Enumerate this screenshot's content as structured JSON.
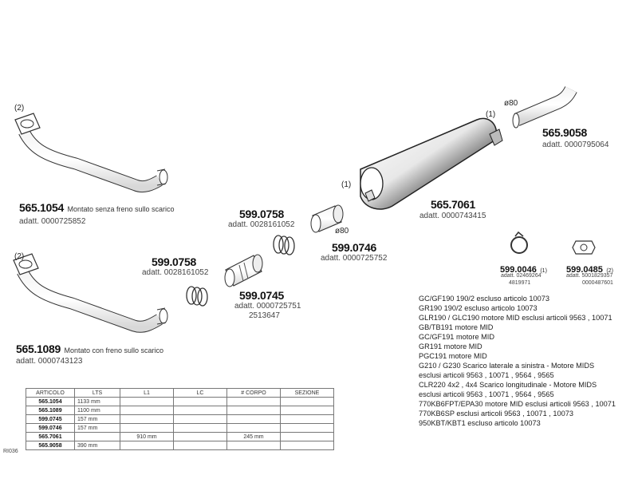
{
  "parts": {
    "p1": {
      "code": "565.1054",
      "note": "Montato senza freno sullo scarico",
      "adatt": "adatt. 0000725852",
      "qty": "(2)"
    },
    "p2": {
      "code": "565.1089",
      "note": "Montato con freno sullo scarico",
      "adatt": "adatt. 0000743123",
      "qty": "(2)"
    },
    "p3": {
      "code": "599.0758",
      "adatt": "adatt. 0028161052"
    },
    "p4": {
      "code": "599.0758",
      "adatt": "adatt. 0028161052"
    },
    "p5": {
      "code": "599.0745",
      "adatt1": "adatt. 0000725751",
      "adatt2": "2513647"
    },
    "p6": {
      "code": "599.0746",
      "adatt": "adatt. 0000725752",
      "dia": "ø80"
    },
    "p7": {
      "code": "565.7061",
      "adatt": "adatt. 0000743415",
      "qty_left": "(1)",
      "qty_right": "(1)"
    },
    "p8": {
      "code": "565.9058",
      "adatt": "adatt. 0000795064",
      "dia": "ø80"
    },
    "p9": {
      "code": "599.0046",
      "qty": "(1)",
      "adatt1": "adatt. 02469264",
      "adatt2": "4819971"
    },
    "p10": {
      "code": "599.0485",
      "qty": "(2)",
      "adatt1": "adatt. 5001829357",
      "adatt2": "0000487601"
    }
  },
  "applications": [
    "GC/GF190 190/2 escluso articolo 10073",
    "GR190 190/2 escluso articolo 10073",
    "GLR190 / GLC190 motore MID esclusi articoli 9563 , 10071",
    "GB/TB191 motore MID",
    "GC/GF191 motore MID",
    "GR191 motore MID",
    "PGC191 motore MID",
    "G210 / G230 Scarico laterale a sinistra - Motore MIDS",
    "esclusi articoli 9563 , 10071 , 9564 , 9565",
    "CLR220 4x2 , 4x4 Scarico longitudinale - Motore MIDS",
    "esclusi articoli 9563 , 10071 , 9564 , 9565",
    "770KB6FPT/EPA30 motore MID esclusi articoli 9563 , 10071",
    "770KB6SP esclusi articoli 9563 , 10071 , 10073",
    "950KBT/KBT1 escluso articolo 10073"
  ],
  "table": {
    "headers": [
      "ARTICOLO",
      "LTS",
      "L1",
      "LC",
      "# CORPO",
      "SEZIONE"
    ],
    "rows": [
      [
        "565.1054",
        "1133 mm",
        "",
        "",
        "",
        ""
      ],
      [
        "565.1089",
        "1100 mm",
        "",
        "",
        "",
        ""
      ],
      [
        "599.0745",
        "157 mm",
        "",
        "",
        "",
        ""
      ],
      [
        "599.0746",
        "157 mm",
        "",
        "",
        "",
        ""
      ],
      [
        "565.7061",
        "",
        "910 mm",
        "",
        "245 mm",
        ""
      ],
      [
        "565.9058",
        "390 mm",
        "",
        "",
        "",
        ""
      ]
    ]
  },
  "ref": "RI036"
}
